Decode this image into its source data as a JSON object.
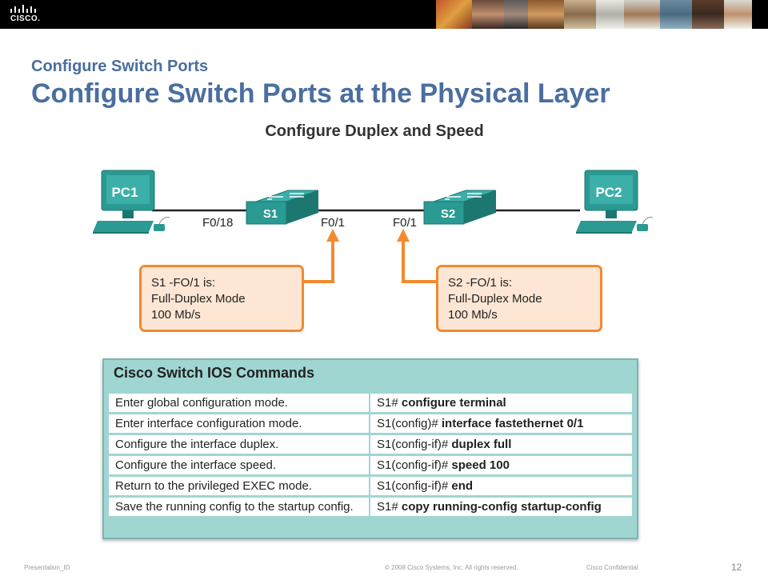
{
  "header": {
    "logo_text": "CISCO."
  },
  "slide": {
    "subtitle": "Configure Switch Ports",
    "title": "Configure Switch Ports at the Physical Layer"
  },
  "diagram": {
    "title": "Configure Duplex and Speed",
    "pc1": "PC1",
    "pc2": "PC2",
    "s1": "S1",
    "s2": "S2",
    "ports": {
      "s1_left": "F0/18",
      "s1_right": "F0/1",
      "s2_left": "F0/1"
    },
    "callout_left": [
      "S1 -FO/1 is:",
      "Full-Duplex Mode",
      "100 Mb/s"
    ],
    "callout_right": [
      "S2 -FO/1 is:",
      "Full-Duplex Mode",
      "100 Mb/s"
    ]
  },
  "commands": {
    "heading": "Cisco Switch IOS Commands",
    "rows": [
      {
        "desc": "Enter global configuration mode.",
        "prompt": "S1# ",
        "cmd": "configure terminal"
      },
      {
        "desc": "Enter interface configuration mode.",
        "prompt": "S1(config)# ",
        "cmd": "interface fastethernet 0/1"
      },
      {
        "desc": "Configure the interface duplex.",
        "prompt": "S1(config-if)# ",
        "cmd": "duplex full"
      },
      {
        "desc": "Configure the interface speed.",
        "prompt": "S1(config-if)# ",
        "cmd": "speed 100"
      },
      {
        "desc": "Return to the privileged EXEC mode.",
        "prompt": "S1(config-if)# ",
        "cmd": "end"
      },
      {
        "desc": "Save the running config to the startup config.",
        "prompt": "S1# ",
        "cmd": "copy running-config startup-config"
      }
    ]
  },
  "footer": {
    "left": "Presentation_ID",
    "center": "© 2008 Cisco Systems, Inc. All rights reserved.",
    "right": "Cisco Confidential",
    "page": "12"
  },
  "colors": {
    "title_blue": "#4a6ea0",
    "teal": "#2a9a92",
    "orange": "#f28a2e"
  }
}
